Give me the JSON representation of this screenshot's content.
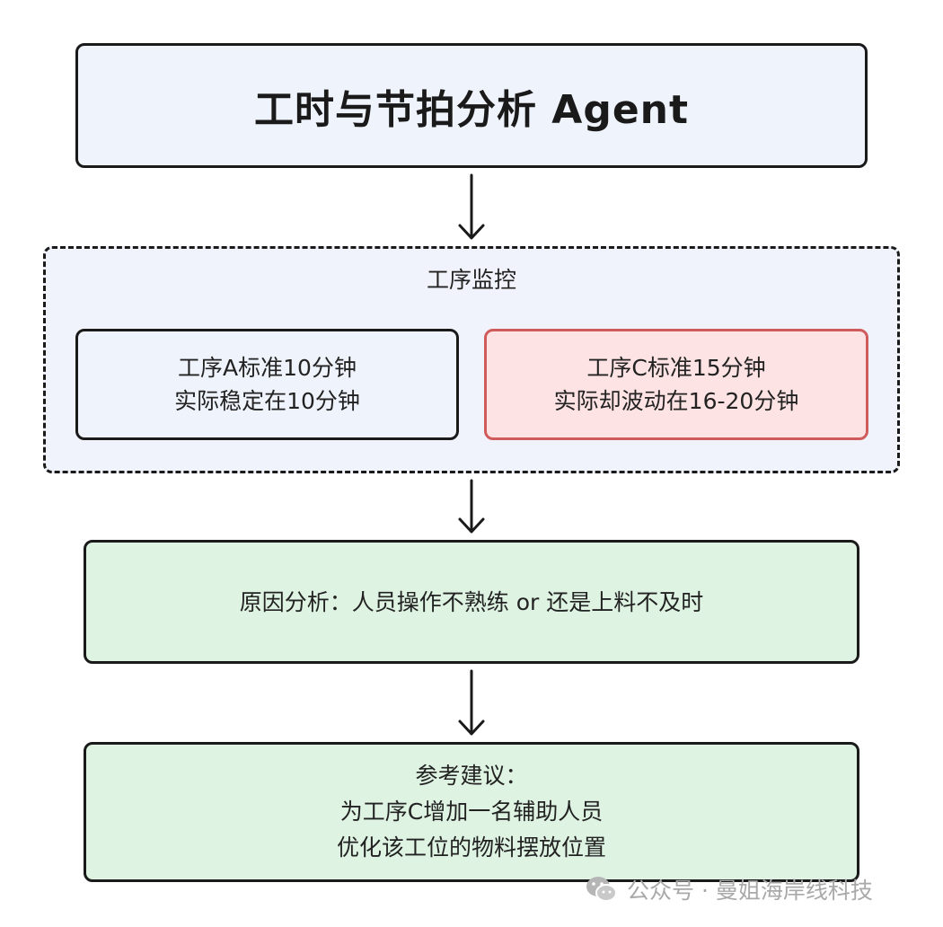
{
  "title": "工时与节拍分析 Agent",
  "monitor": {
    "label": "工序监控",
    "process_a": {
      "line1": "工序A标准10分钟",
      "line2": "实际稳定在10分钟"
    },
    "process_c": {
      "line1": "工序C标准15分钟",
      "line2": "实际却波动在16-20分钟"
    }
  },
  "analysis": {
    "text": "原因分析：人员操作不熟练 or 还是上料不及时"
  },
  "advice": {
    "line1": "参考建议：",
    "line2": "为工序C增加一名辅助人员",
    "line3": "优化该工位的物料摆放位置"
  },
  "watermark": {
    "text": "公众号 · 曼姐海岸线科技",
    "icon": "wechat-icon"
  },
  "colors": {
    "blue_fill": "#eff3fb",
    "red_fill": "#fde3e3",
    "red_border": "#cf5b5b",
    "green_fill": "#def3e2",
    "stroke": "#1a1a1a"
  }
}
